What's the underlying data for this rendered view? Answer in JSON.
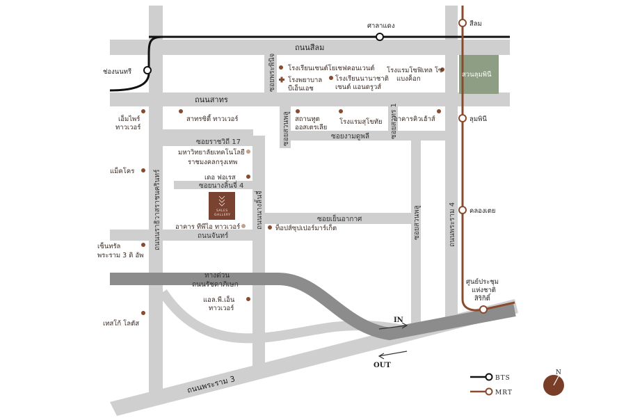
{
  "colors": {
    "road": "#cfcfcf",
    "expressway": "#8c8c8c",
    "bts": "#111111",
    "mrt": "#8a4a2e",
    "poi": "#8a4a2e",
    "park": "#8d9e85",
    "sales_gallery": "#7a4230",
    "compass": "#7a3e28"
  },
  "roads": {
    "silom": "ถนนสีลม",
    "sathorn": "ถนนสาทร",
    "soi_ngam_duphli": "ซอยงามดูพลี",
    "soi_rajvithi17": "ซอยราชวิถี 17",
    "soi_nang_linchi4": "ซอยนางลิ้นจี่ 4",
    "soi_yen_akart": "ซอยเย็นอากาศ",
    "chan_road": "ถนนจันทร์",
    "expressway": "ทางด่วน",
    "ratchadaphisek": "ถนนรัชดาภิเษก",
    "rama3": "ถนนพระราม 3",
    "rama4": "ถนนพระราม 4",
    "narathiwat": "ถนนนราธิวาสราชนครินทร์",
    "nang_linchi": "ถนนนางลิ้นจี่",
    "suan_phlu": "ซอยสวนพลู",
    "soi_sathorn1": "ซอยสาทร 1",
    "soi_phra_pinit": "ซอยพระพินิจ",
    "suan_phlu2": "ซอยสวนพลู"
  },
  "stations": {
    "sala_daeng": "ศาลาแดง",
    "chong_nonsi": "ช่องนนทรี",
    "silom_mrt": "สีลม",
    "lumphini": "ลุมพินี",
    "khlong_toei": "คลองเตย",
    "qsncc": "ศูนย์ประชุม\nแห่งชาติ\nสิริกิติ์"
  },
  "poi": {
    "school1": "โรงเรียนเซนต์โยเซฟคอนเวนต์",
    "hospital": "โรงพยาบาล\nบีเอ็นเอช",
    "school2": "โรงเรียนนานาชาติ\nเซนต์ แอนดรูวส์",
    "sofitel": "โรงแรมโซฟิเทล โซ\nแบงค็อก",
    "park": "สวนลุมพินี",
    "sathorn_city": "สาทรซิตี้ ทาวเวอร์",
    "australia": "สถานทูต\nออสเตรเลีย",
    "sukhothai": "โรงแรมสุโขทัย",
    "q_house": "อาคารคิวเฮ้าส์",
    "empire": "เอ็มไพร์\nทาวเวอร์",
    "rmutk": "มหาวิทยาลัยเทคโนโลยี\nราชมงคลกรุงเทพ",
    "forest": "เดอ ฟอเรส",
    "makro": "แม็คโคร",
    "tipco": "อาคาร ทีพีไอ ทาวเวอร์",
    "topsup": "ท็อปส์ซุปเปอร์มาร์เก็ต",
    "central": "เซ็นทรัล\nพระราม 3 ดิ อัพ",
    "lpn": "แอล.พี.เอ็น\nทาวเวอร์",
    "tesco": "เทสโก้ โลตัส",
    "sales_gallery_1": "SALES",
    "sales_gallery_2": "GALLERY"
  },
  "ramps": {
    "in": "IN",
    "out": "OUT"
  },
  "legend": {
    "bts": "BTS",
    "mrt": "MRT"
  },
  "compass": {
    "north": "N"
  }
}
